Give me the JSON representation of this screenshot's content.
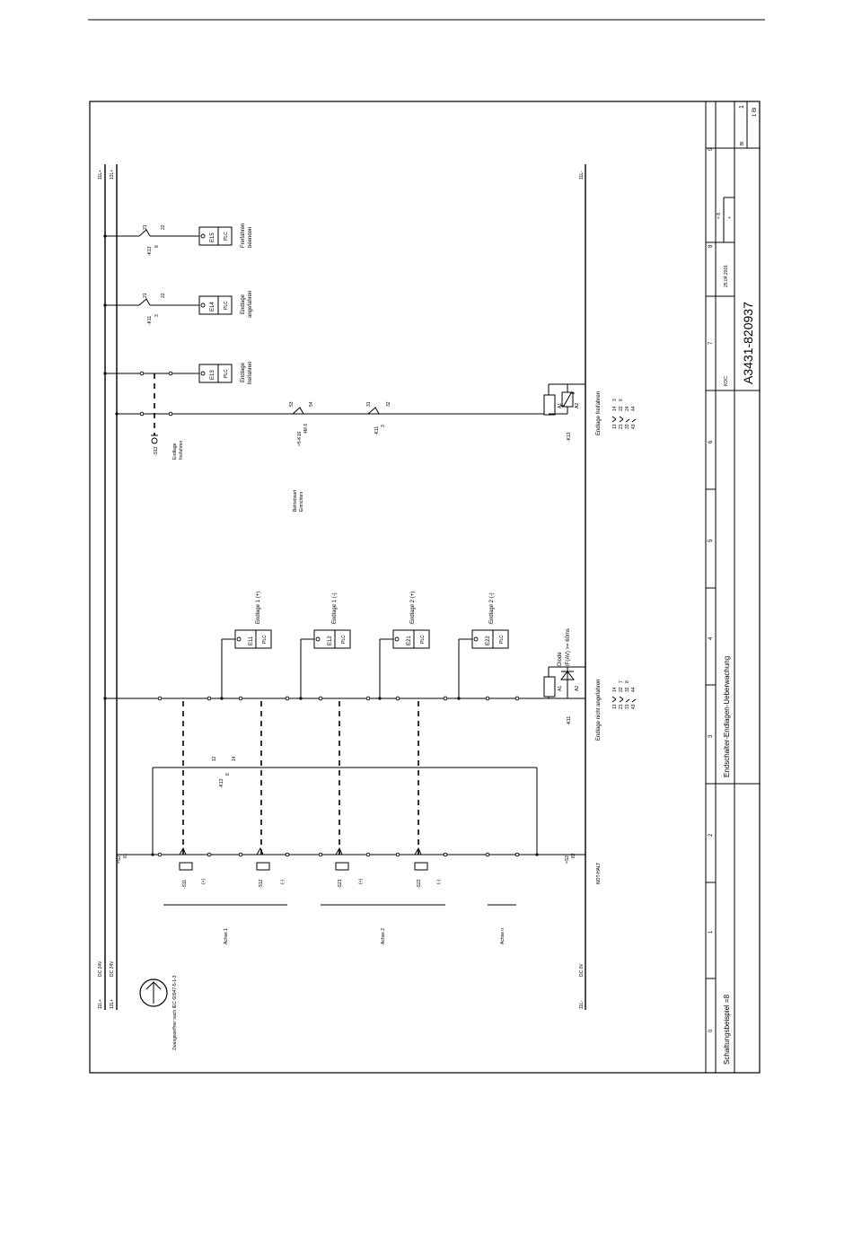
{
  "title_block": {
    "project": "Schaltungsbeispiel =8",
    "drawing_title": "Endschalter-Endlagen-Ueberwachung",
    "drawing_number": "A3431-820937",
    "date": "25.04.2001",
    "author": "KOC",
    "sheet": "1",
    "sheet_total": "1 Bl",
    "bl_label": "Bl",
    "zone": "= 8",
    "plus": "+",
    "column_numbers": [
      "0",
      "1",
      "2",
      "3",
      "4",
      "5",
      "6",
      "7",
      "8",
      "9"
    ]
  },
  "supply": {
    "rail_plus": "11L+",
    "rail_plus_voltage": "DC 24V",
    "rail_plus2": "12L+",
    "rail_plus2_voltage": "DC 24V",
    "rail_minus": "11L-",
    "rail_minus_voltage": "DC 0V",
    "top_plus": "11L+",
    "top_plus2": "12L+",
    "top_minus": "11L-"
  },
  "symbol_note": "Zwangsoeffner nach IEC 60947-5-1-3",
  "axes": [
    {
      "label": "Achse 1"
    },
    {
      "label": "Achse 2"
    },
    {
      "label": "Achse n"
    }
  ],
  "switches": [
    {
      "tag": "-S11",
      "sign": "(+)"
    },
    {
      "tag": "-S12",
      "sign": "(-)"
    },
    {
      "tag": "-S21",
      "sign": "(+)"
    },
    {
      "tag": "-S22",
      "sign": "(-)"
    }
  ],
  "nothalt": {
    "label": "NOT-HALT",
    "ref_in": "=S2 81",
    "ref_in_a": "=S2",
    "ref_in_b": "81",
    "ref_out_a": "=S2",
    "ref_out_b": "82"
  },
  "k13_contact": {
    "tag": "-K13",
    "sub": "8",
    "a": "12",
    "b": "14"
  },
  "plc_inputs": [
    {
      "addr": "E11",
      "label": "Endlage 1 (+)",
      "plc": "PLC"
    },
    {
      "addr": "E12",
      "label": "Endlage 1 (-)",
      "plc": "PLC"
    },
    {
      "addr": "E21",
      "label": "Endlage 2 (+)",
      "plc": "PLC"
    },
    {
      "addr": "E22",
      "label": "Endlage 2 (-)",
      "plc": "PLC"
    },
    {
      "addr": "E13",
      "label_1": "Endlage",
      "label_2": "freifahren",
      "plc": "PLC"
    },
    {
      "addr": "E14",
      "label_1": "Endlage",
      "label_2": "angefahren",
      "plc": "PLC"
    },
    {
      "addr": "E15",
      "label_1": "Freifahren",
      "label_2": "beenden",
      "plc": "PLC"
    }
  ],
  "k11": {
    "tag": "-K11",
    "a1": "A1",
    "a2": "A2",
    "caption": "Endlage nicht angefahren",
    "diode_1": "Diode",
    "diode_2": "IF(AV) >= 60ms",
    "contacts": [
      "13",
      "14",
      "21",
      "22",
      "7",
      "31",
      "32",
      "8",
      "43",
      "44"
    ]
  },
  "k13": {
    "tag": "-K13",
    "a1": "A1",
    "a2": "A2",
    "caption": "Endlage freifahren",
    "contacts": [
      "13",
      "14",
      "3",
      "21",
      "22",
      "6",
      "33",
      "24",
      "43",
      "44"
    ]
  },
  "s13": {
    "tag": "-S13",
    "label_1": "Endlage",
    "label_2": "freifahren"
  },
  "k16": {
    "tag": "=5-K16",
    "sub": "4M 6",
    "a": "53",
    "b": "54",
    "label_1": "Betriebsart",
    "label_2": "Einrichten"
  },
  "k11_nc_to_k13": {
    "tag": "-K11",
    "sub": "3",
    "a": "31",
    "b": "32"
  },
  "k11_nc_e14": {
    "tag": "-K11",
    "sub": "3",
    "a": "21",
    "b": "22"
  },
  "k13_nc_e15": {
    "tag": "-K13",
    "sub": "8",
    "a": "21",
    "b": "22"
  }
}
